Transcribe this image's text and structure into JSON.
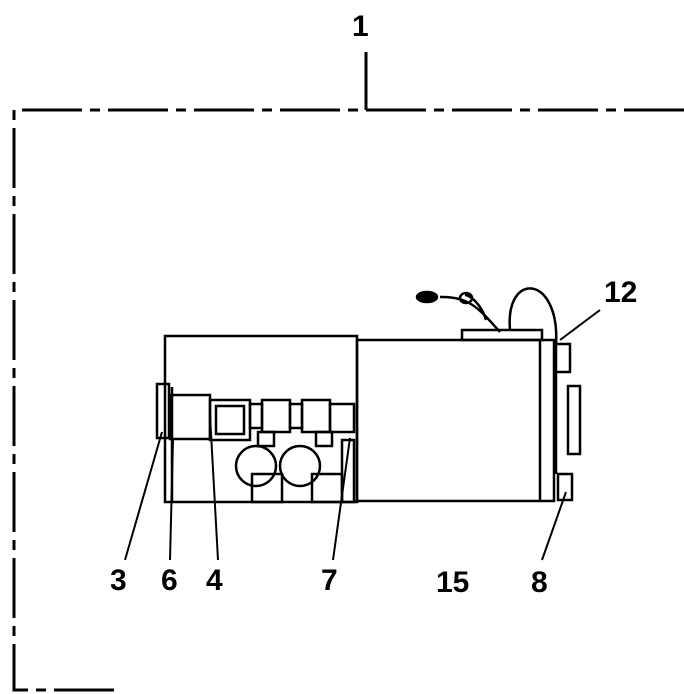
{
  "callouts": {
    "top": "1",
    "c3": "3",
    "c6": "6",
    "c4": "4",
    "c7": "7",
    "c15": "15",
    "c8": "8",
    "c12": "12"
  }
}
